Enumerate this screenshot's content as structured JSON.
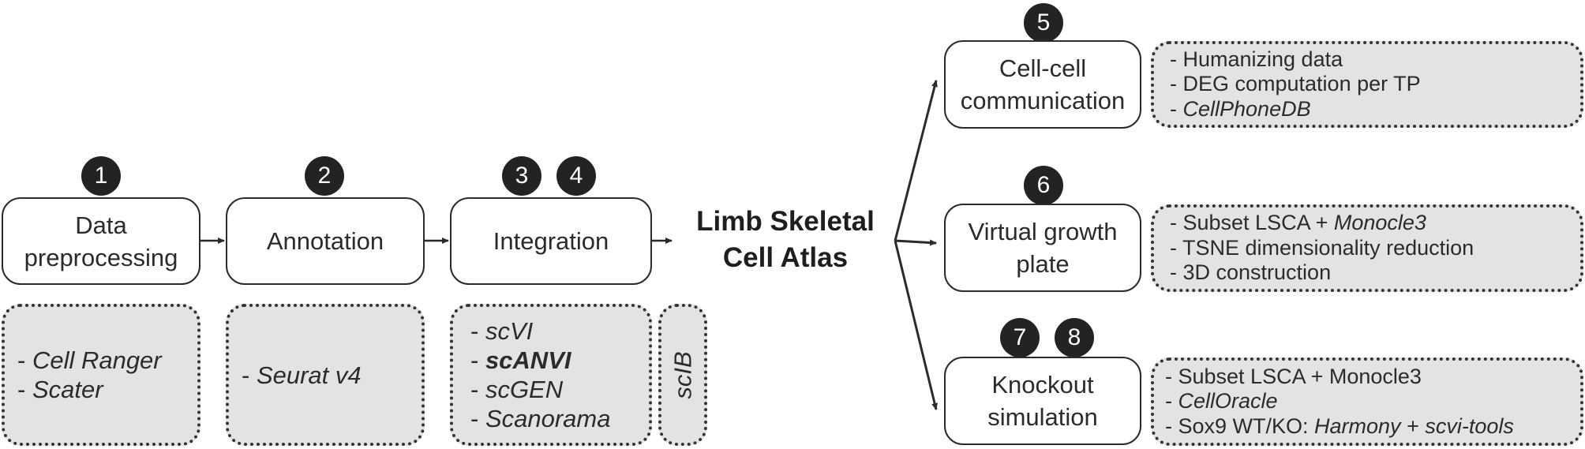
{
  "badges": [
    "1",
    "2",
    "3",
    "4",
    "5",
    "6",
    "7",
    "8"
  ],
  "steps": {
    "preprocessing": [
      "Data",
      "preprocessing"
    ],
    "annotation": "Annotation",
    "integration": "Integration",
    "atlas": [
      "Limb Skeletal",
      "Cell Atlas"
    ],
    "communication": [
      "Cell-cell",
      "communication"
    ],
    "growth_plate": [
      "Virtual growth",
      "plate"
    ],
    "knockout": [
      "Knockout",
      "simulation"
    ]
  },
  "notes": {
    "preprocessing": [
      {
        "a": "- ",
        "b": "Cell Ranger"
      },
      {
        "a": "- ",
        "b": "Scater"
      }
    ],
    "annotation": [
      {
        "a": "- ",
        "b": "Seurat v4"
      }
    ],
    "integration": [
      {
        "a": "- ",
        "b": "scVI"
      },
      {
        "a": "- ",
        "b": "scANVI"
      },
      {
        "a": "- ",
        "b": "scGEN"
      },
      {
        "a": "- ",
        "b": "Scanorama"
      }
    ],
    "scib": "scIB",
    "communication": [
      {
        "a": "- Humanizing data"
      },
      {
        "a": "- DEG computation per TP"
      },
      {
        "a": "- ",
        "b": "CellPhoneDB"
      }
    ],
    "growth_plate": [
      {
        "a": "- Subset LSCA + ",
        "b": "Monocle3"
      },
      {
        "a": "- TSNE dimensionality reduction"
      },
      {
        "a": "- 3D construction"
      }
    ],
    "knockout": [
      {
        "a": "- Subset LSCA + Monocle3"
      },
      {
        "a": "- ",
        "b": "CellOracle"
      },
      {
        "a": "- Sox9 WT/KO: ",
        "b": "Harmony",
        "c": " + ",
        "d": "scvi-tools"
      }
    ]
  }
}
